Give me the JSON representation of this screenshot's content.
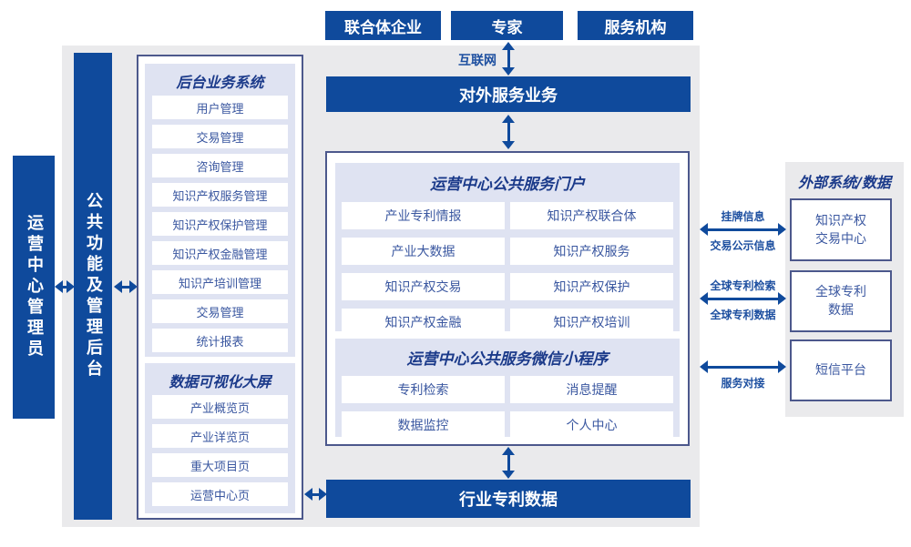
{
  "colors": {
    "primary_blue": "#0f4a9c",
    "lavender_panel": "#dfe3f2",
    "box_border": "#4c588c",
    "item_text": "#3a57a0",
    "gray_background": "#eaeaec"
  },
  "top_actors": {
    "consortium": "联合体企业",
    "expert": "专家",
    "service_org": "服务机构"
  },
  "internet_label": "互联网",
  "external_service_bar": "对外服务业务",
  "industry_patent_bar": "行业专利数据",
  "admin_bar": "运营中心管理员",
  "backend_bar": "公共功能及管理后台",
  "backend_system": {
    "title": "后台业务系统",
    "items": [
      "用户管理",
      "交易管理",
      "咨询管理",
      "知识产权服务管理",
      "知识产权保护管理",
      "知识产权金融管理",
      "知识产培训管理",
      "交易管理",
      "统计报表"
    ]
  },
  "dashboard": {
    "title": "数据可视化大屏",
    "items": [
      "产业概览页",
      "产业详览页",
      "重大项目页",
      "运营中心页"
    ]
  },
  "portal": {
    "title": "运营中心公共服务门户",
    "items": [
      "产业专利情报",
      "知识产权联合体",
      "产业大数据",
      "知识产权服务",
      "知识产权交易",
      "知识产权保护",
      "知识产权金融",
      "知识产权培训"
    ]
  },
  "miniprogram": {
    "title": "运营中心公共服务微信小程序",
    "items": [
      "专利检索",
      "消息提醒",
      "数据监控",
      "个人中心"
    ]
  },
  "external_panel": {
    "title": "外部系统/数据",
    "boxes": [
      [
        "知识产权",
        "交易中心"
      ],
      [
        "全球专利",
        "数据"
      ],
      [
        "短信平台"
      ]
    ]
  },
  "link_labels": {
    "listing_top": "挂牌信息",
    "listing_bottom": "交易公示信息",
    "patent_top": "全球专利检索",
    "patent_bottom": "全球专利数据",
    "service": "服务对接"
  }
}
